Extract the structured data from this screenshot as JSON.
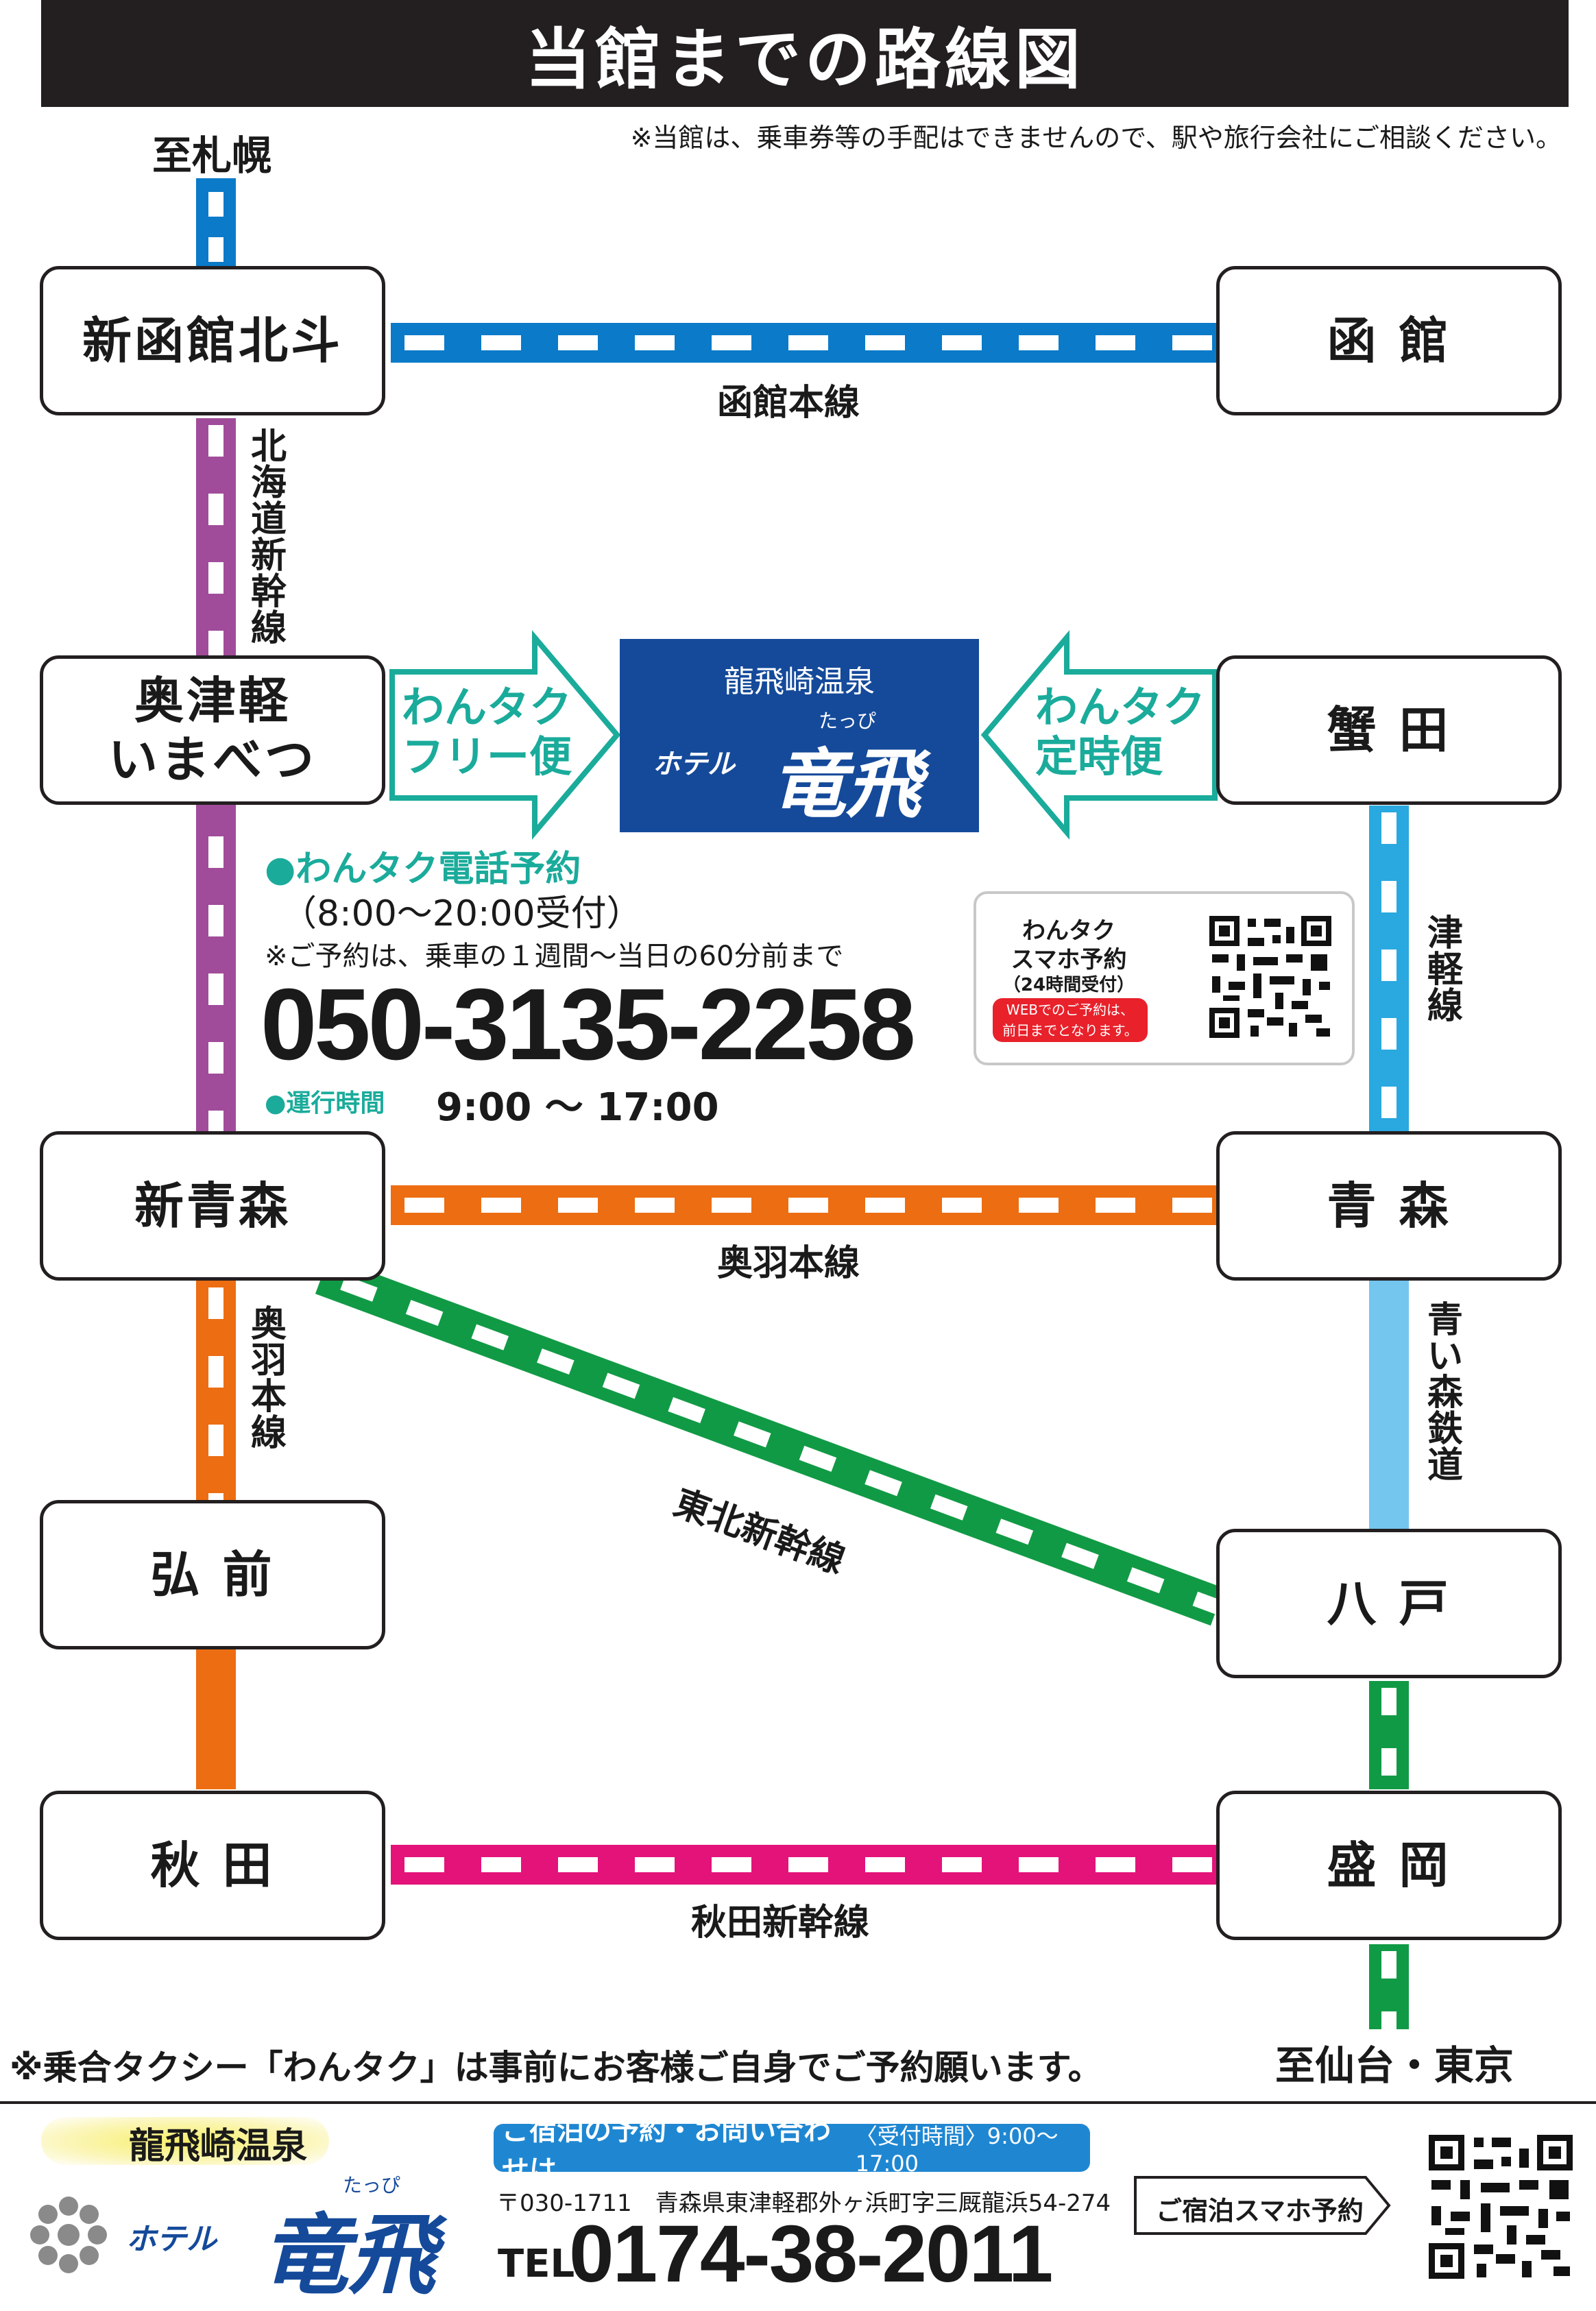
{
  "title": "当館までの路線図",
  "notice_top": "※当館は、乗車券等の手配はできませんので、駅や旅行会社にご相談ください。",
  "destinations": {
    "north": "至札幌",
    "south": "至仙台・東京"
  },
  "stations": {
    "shin_hakodate": "新函館北斗",
    "hakodate": "函 館",
    "okutsugaru": "奥津軽\nいまべつ",
    "kanita": "蟹 田",
    "shin_aomori": "新青森",
    "aomori": "青 森",
    "hirosaki": "弘 前",
    "hachinohe": "八 戸",
    "akita": "秋 田",
    "morioka": "盛 岡"
  },
  "lines": {
    "hakodate_main": "函館本線",
    "hokkaido_shinkansen": "北海道新幹線",
    "tsugaru": "津軽線",
    "ou_main_h": "奥羽本線",
    "ou_main_v": "奥羽本線",
    "tohoku_shinkansen": "東北新幹線",
    "aoimori": "青い森鉄道",
    "akita_shinkansen": "秋田新幹線"
  },
  "line_colors": {
    "hakodate_main": "#0a7ac9",
    "hokkaido_shinkansen": "#a04c9a",
    "tsugaru": "#2aa8e0",
    "ou_main": "#ec6d12",
    "tohoku_shinkansen": "#119a45",
    "aoimori": "#74c6ef",
    "akita_shinkansen": "#e3137a"
  },
  "wantaku": {
    "free_line1": "わんタク",
    "free_line2": "フリー便",
    "fixed_line1": "わんタク",
    "fixed_line2": "定時便",
    "color": "#1aab9b"
  },
  "hotel": {
    "onsen": "龍飛崎温泉",
    "prefix": "ホテル",
    "name": "竜飛",
    "ruby": "たっぴ"
  },
  "phone_booking": {
    "heading": "●わんタク電話予約",
    "hours": "（8:00～20:00受付）",
    "note": "※ご予約は、乗車の１週間～当日の60分前まで",
    "number": "050-3135-2258",
    "op_label": "●運行時間",
    "op_hours": "9:00 ～ 17:00"
  },
  "smartphone_box": {
    "line1": "わんタク",
    "line2": "スマホ予約",
    "line3": "（24時間受付）",
    "red_note_1": "WEBでのご予約は、",
    "red_note_2": "前日までとなります。"
  },
  "notice_bottom": "※乗合タクシー「わんタク」は事前にお客様ご自身でご予約願います。",
  "footer": {
    "onsen": "龍飛崎温泉",
    "prefix": "ホテル",
    "name": "竜飛",
    "ruby": "たっぴ",
    "inquiry": "ご宿泊の予約・お問い合わせは",
    "inquiry_hours": "〈受付時間〉9:00～17:00",
    "address": "〒030-1711　青森県東津軽郡外ヶ浜町字三厩龍浜54-274",
    "tel_prefix": "TEL.",
    "tel": "0174-38-2011",
    "smart_booking": "ご宿泊スマホ予約"
  }
}
